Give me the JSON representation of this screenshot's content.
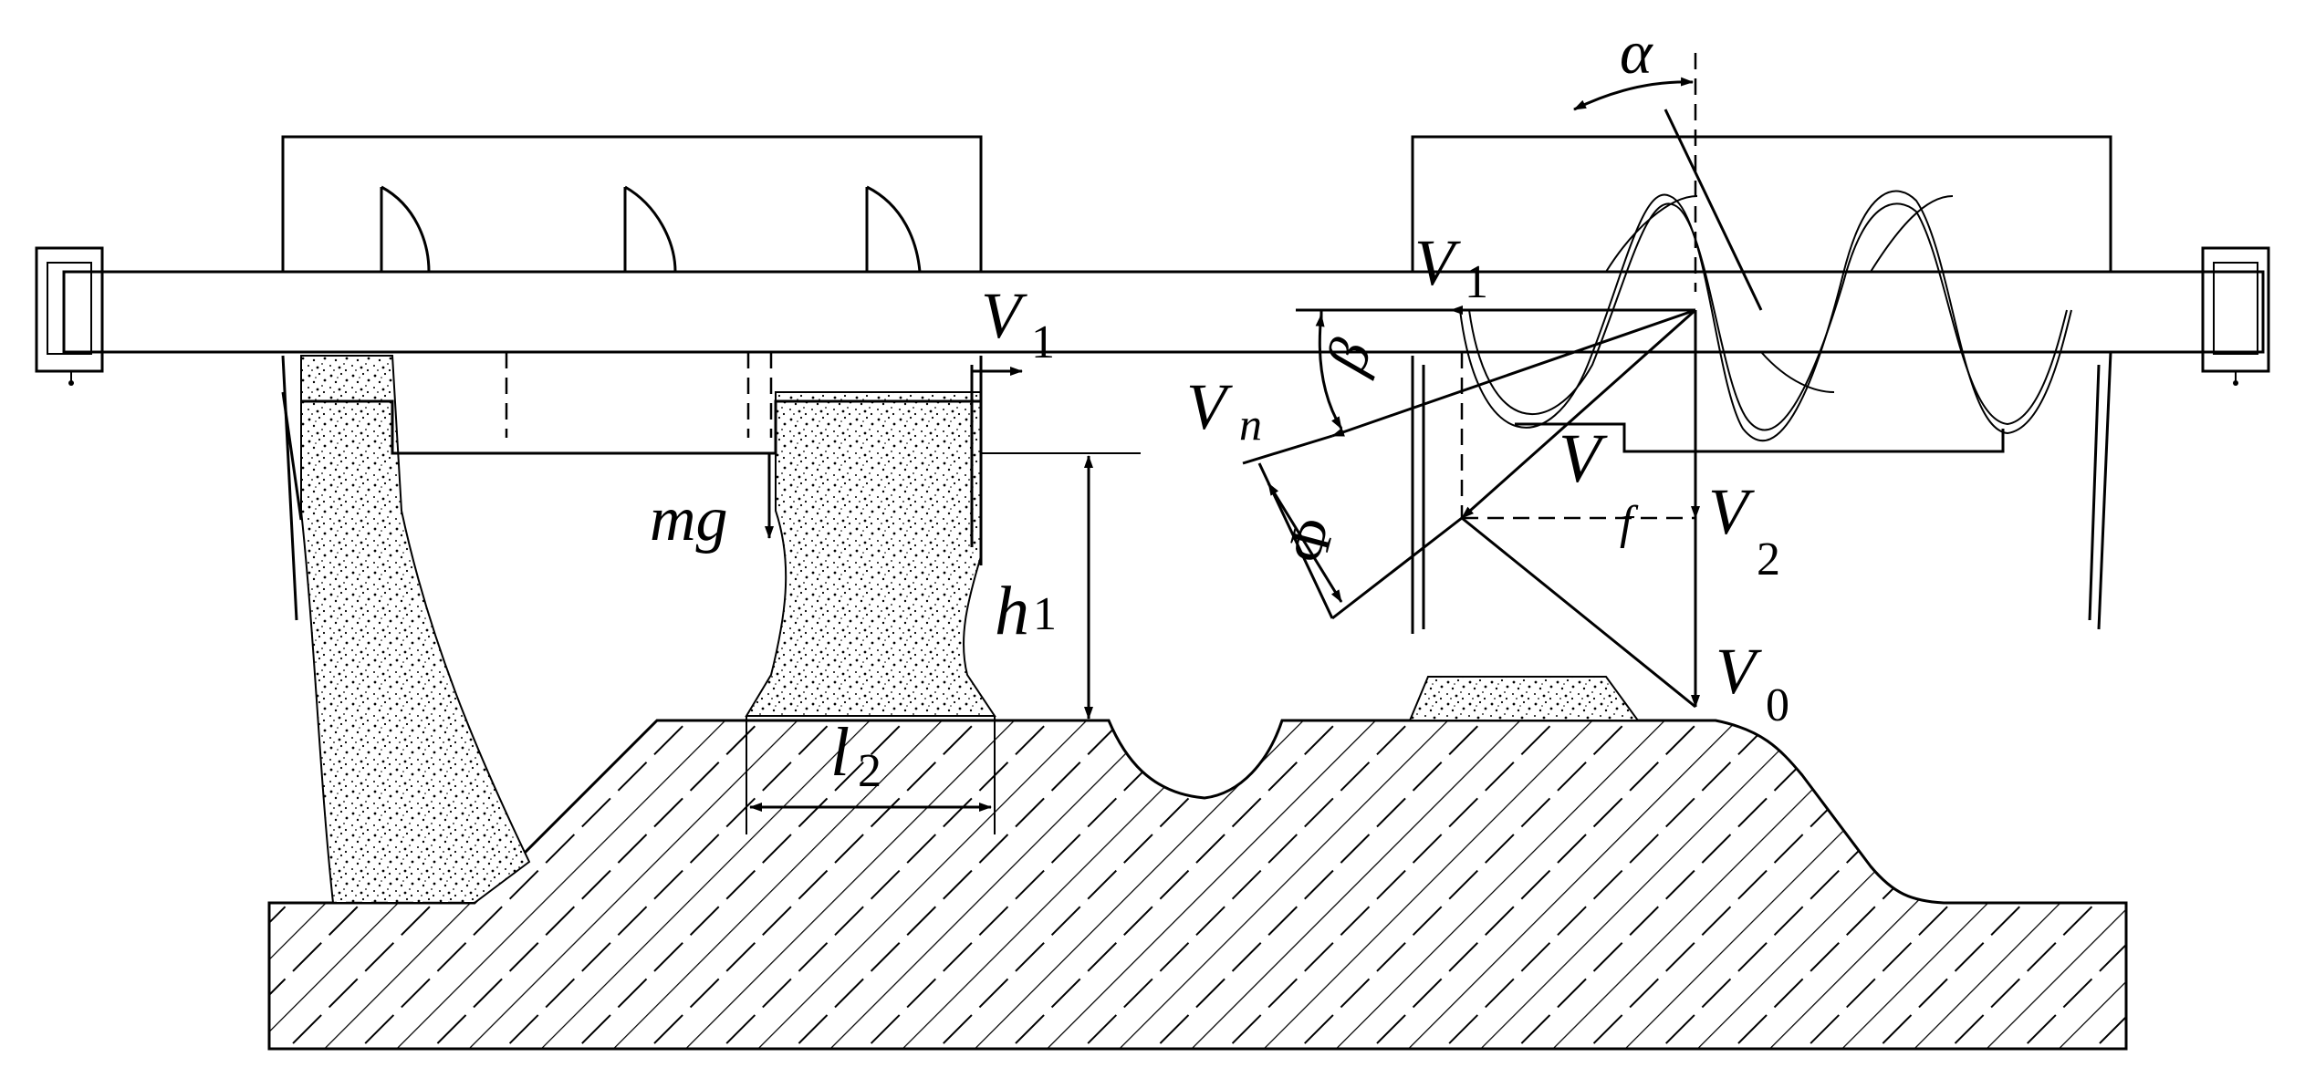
{
  "labels": {
    "alpha": "α",
    "V1_left": "V",
    "V1_left_sub": "1",
    "V1_right": "V",
    "V1_right_sub": "1",
    "beta": "β",
    "Vn": "V",
    "Vn_sub": "n",
    "V": "V",
    "f": "f",
    "Phi": "Φ",
    "V2": "V",
    "V2_sub": "2",
    "V0": "V",
    "V0_sub": "0",
    "mg": "mg",
    "h1": "h",
    "h1_sub": "1",
    "l2": "l",
    "l2_sub": "2"
  },
  "colors": {
    "line": "#000000",
    "background": "#ffffff",
    "particle": "#000000"
  }
}
